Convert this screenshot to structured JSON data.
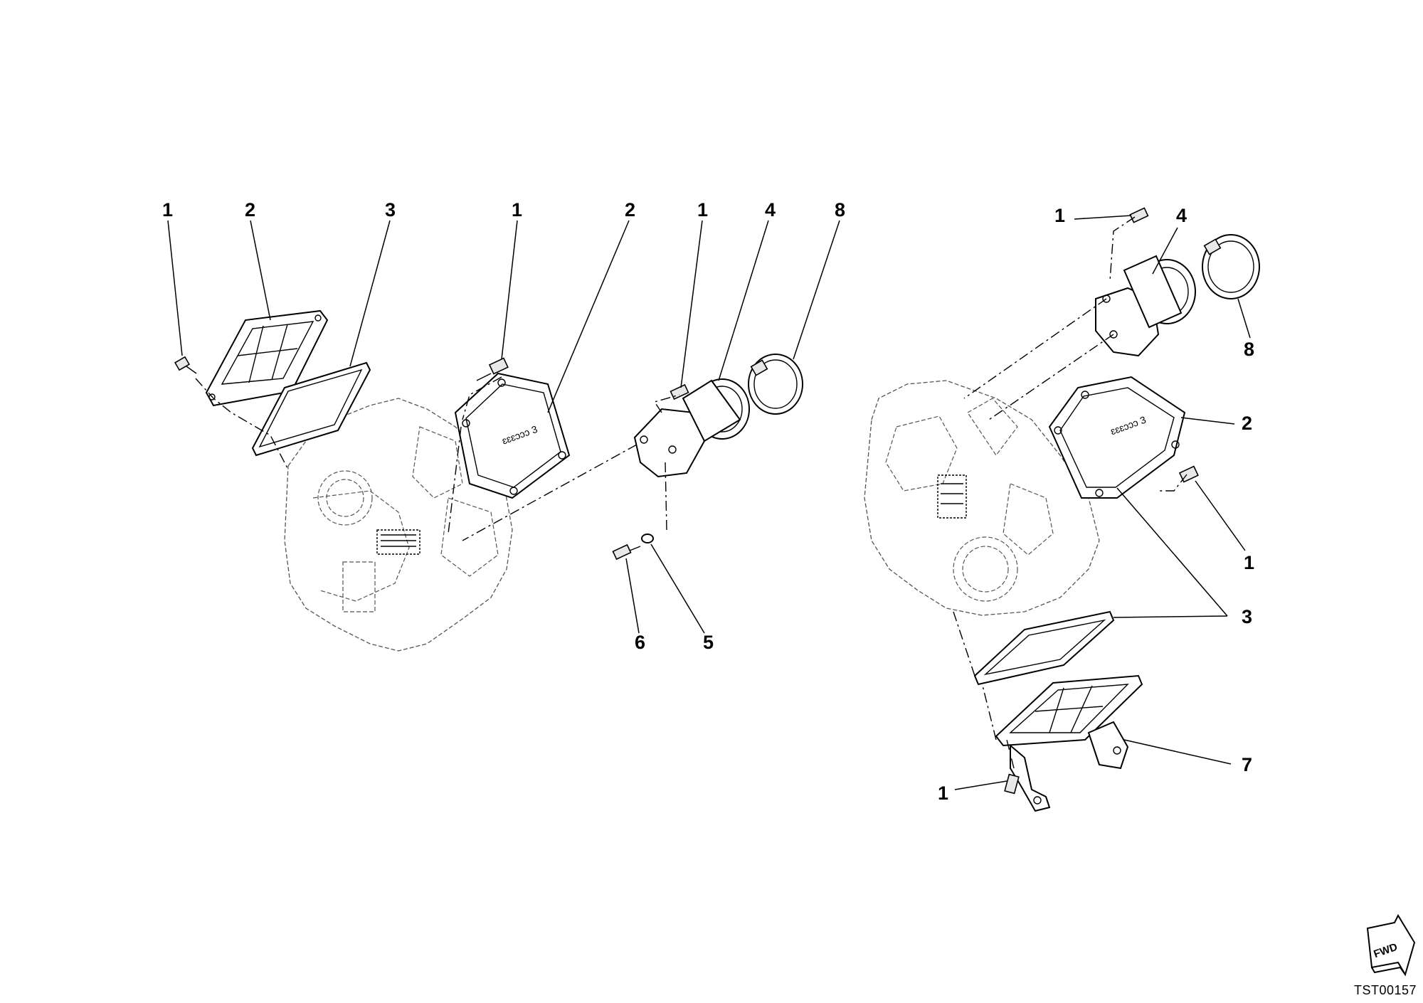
{
  "diagram": {
    "reference_code": "TST00157",
    "direction_badge": "FWD",
    "callouts": [
      {
        "label": "1"
      },
      {
        "label": "2"
      },
      {
        "label": "3"
      },
      {
        "label": "1"
      },
      {
        "label": "2"
      },
      {
        "label": "1"
      },
      {
        "label": "4"
      },
      {
        "label": "8"
      },
      {
        "label": "6"
      },
      {
        "label": "5"
      },
      {
        "label": "1"
      },
      {
        "label": "4"
      },
      {
        "label": "8"
      },
      {
        "label": "2"
      },
      {
        "label": "1"
      },
      {
        "label": "3"
      },
      {
        "label": "7"
      },
      {
        "label": "1"
      }
    ],
    "assemblies": [
      {
        "name": "left-cylinder-head-assembly"
      },
      {
        "name": "right-cylinder-head-assembly"
      }
    ]
  }
}
